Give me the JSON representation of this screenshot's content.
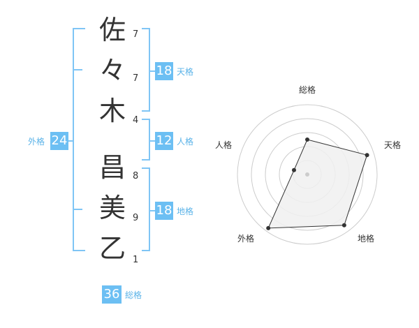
{
  "characters": [
    {
      "char": "佐",
      "strokes": "7"
    },
    {
      "char": "々",
      "strokes": "7"
    },
    {
      "char": "木",
      "strokes": "4"
    },
    {
      "char": "昌",
      "strokes": "8"
    },
    {
      "char": "美",
      "strokes": "9"
    },
    {
      "char": "乙",
      "strokes": "1"
    }
  ],
  "groups": {
    "tenkaku": {
      "value": "18",
      "label": "天格"
    },
    "jinkaku": {
      "value": "12",
      "label": "人格"
    },
    "chikaku": {
      "value": "18",
      "label": "地格"
    },
    "gaikaku": {
      "value": "24",
      "label": "外格"
    },
    "soukaku": {
      "value": "36",
      "label": "総格"
    }
  },
  "radar": {
    "labels": {
      "top": "総格",
      "right": "天格",
      "bottom_right": "地格",
      "bottom_left": "外格",
      "left": "人格"
    },
    "colors": {
      "fill": "#f0f0f0",
      "line": "#333333",
      "grid": "#cccccc",
      "point": "#333333",
      "center": "#cccccc"
    },
    "values": {
      "soukaku": 0.5,
      "tenkaku": 0.9,
      "chikaku": 0.9,
      "gaikaku": 0.95,
      "jinkaku": 0.2
    }
  },
  "colors": {
    "accent": "#6cbff3",
    "accent_text": "#5bb3e8",
    "bracket": "#7fc5f5"
  }
}
